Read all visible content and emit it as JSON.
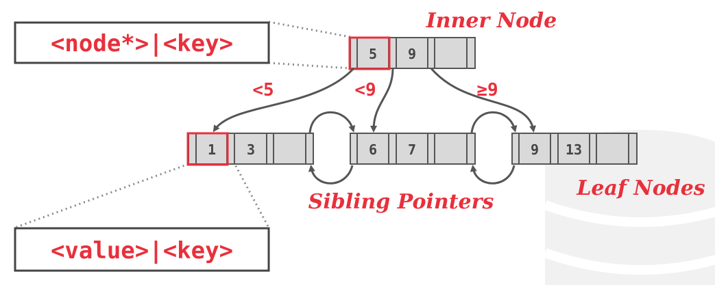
{
  "labels": {
    "inner_node": "Inner Node",
    "leaf_nodes": "Leaf Nodes",
    "sibling_pointers": "Sibling Pointers",
    "inner_callout": "<node*>|<key>",
    "leaf_callout": "<value>|<key>",
    "edge_lt5": "<5",
    "edge_lt9": "<9",
    "edge_ge9": "≥9"
  },
  "inner_node": {
    "keys": [
      "5",
      "9",
      ""
    ]
  },
  "leaf_nodes": [
    {
      "keys": [
        "1",
        "3",
        ""
      ]
    },
    {
      "keys": [
        "6",
        "7",
        ""
      ]
    },
    {
      "keys": [
        "9",
        "13",
        ""
      ]
    }
  ],
  "colors": {
    "accent_red": "#e8303c",
    "cell_fill": "#d9d9d9",
    "stroke": "#555555",
    "watermark": "#eeeeee"
  }
}
